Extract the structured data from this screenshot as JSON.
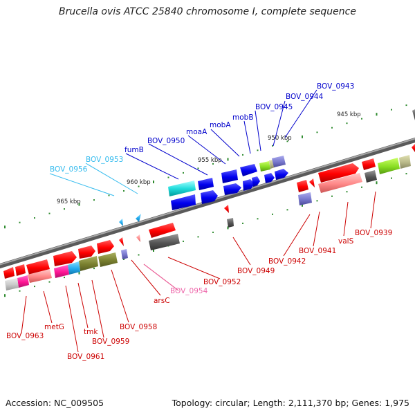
{
  "title": "Brucella ovis ATCC 25840 chromosome I, complete sequence",
  "footer": {
    "accession": "Accession: NC_009505",
    "summary": "Topology: circular; Length: 2,111,370 bp; Genes: 1,975"
  },
  "scale_labels": [
    "945 kbp",
    "950 kbp",
    "955 kbp",
    "960 kbp",
    "965 kbp"
  ],
  "colors": {
    "top_label": "#0000cc",
    "top_label_light": "#33bbee",
    "bottom_label": "#cc0000",
    "bottom_label_pink": "#ee66aa",
    "backbone": "#808080"
  },
  "gene_labels_top": [
    "BOV_0943",
    "BOV_0944",
    "BOV_0945",
    "mobB",
    "mobA",
    "BOV_0950",
    "fumB",
    "BOV_0953",
    "BOV_0956"
  ],
  "gene_labels_bottom": [
    "BOV_0939",
    "valS",
    "BOV_0941",
    "BOV_0942",
    "BOV_0949",
    "BOV_0952",
    "BOV_0954",
    "arsC",
    "BOV_0958",
    "BOV_0959",
    "tmk",
    "BOV_0961",
    "metG",
    "BOV_0963"
  ]
}
